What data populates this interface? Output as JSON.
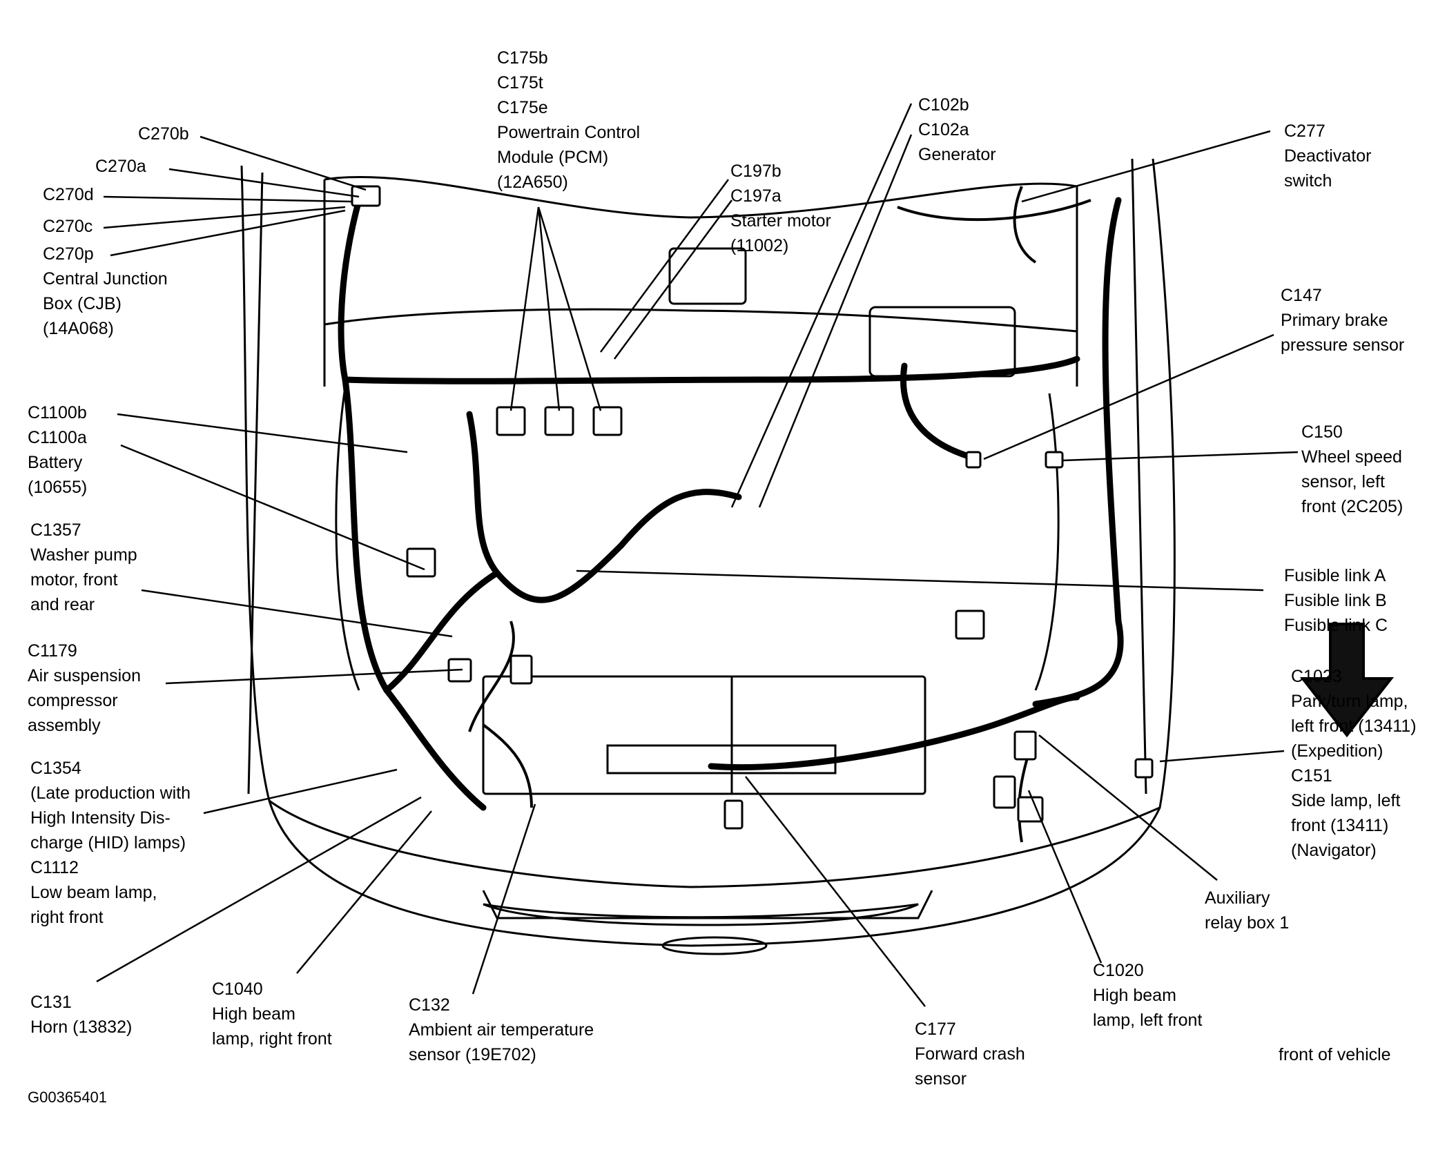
{
  "callouts": {
    "c270b": [
      "C270b"
    ],
    "c270a": [
      "C270a"
    ],
    "c270d": [
      "C270d"
    ],
    "c270c": [
      "C270c"
    ],
    "cjb": [
      "C270p",
      "Central Junction",
      "Box (CJB)",
      "(14A068)"
    ],
    "pcm": [
      "C175b",
      "C175t",
      "C175e",
      "Powertrain Control",
      "Module (PCM)",
      "(12A650)"
    ],
    "starter": [
      "C197b",
      "C197a",
      "Starter motor",
      "(11002)"
    ],
    "generator": [
      "C102b",
      "C102a",
      "Generator"
    ],
    "deactivator": [
      "C277",
      "Deactivator",
      "switch"
    ],
    "brake": [
      "C147",
      "Primary brake",
      "pressure sensor"
    ],
    "wheelspeed": [
      "C150",
      "Wheel speed",
      "sensor, left",
      "front (2C205)"
    ],
    "battery": [
      "C1100b",
      "C1100a",
      "Battery",
      "(10655)"
    ],
    "washer": [
      "C1357",
      "Washer pump",
      "motor, front",
      "and rear"
    ],
    "fusible": [
      "Fusible link A",
      "Fusible link B",
      "Fusible link C"
    ],
    "airsusp": [
      "C1179",
      "Air suspension",
      "compressor",
      "assembly"
    ],
    "parklamp": [
      "C1023",
      "Park/turn lamp,",
      "left front (13411)",
      "(Expedition)",
      "C151",
      "Side lamp, left",
      "front (13411)",
      "(Navigator)"
    ],
    "hid": [
      "C1354",
      "(Late production with",
      "High Intensity Dis-",
      "charge (HID) lamps)",
      "C1112",
      "Low beam lamp,",
      "right front"
    ],
    "relay": [
      "Auxiliary",
      "relay box 1"
    ],
    "horn": [
      "C131",
      "Horn (13832)"
    ],
    "hbright": [
      "C1040",
      "High beam",
      "lamp, right front"
    ],
    "ambient": [
      "C132",
      "Ambient air temperature",
      "sensor (19E702)"
    ],
    "crash": [
      "C177",
      "Forward crash",
      "sensor"
    ],
    "hbleft": [
      "C1020",
      "High beam",
      "lamp, left front"
    ]
  },
  "orientation": {
    "label": "front of vehicle",
    "icon": "down-arrow-icon"
  },
  "figure_id": "G00365401"
}
